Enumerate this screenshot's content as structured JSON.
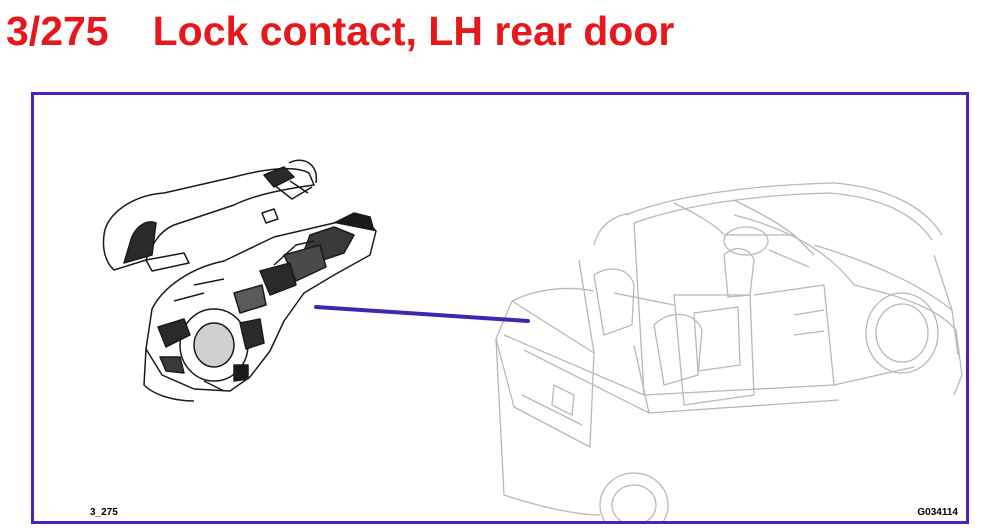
{
  "title": {
    "code": "3/275",
    "text": "Lock contact, LH rear door"
  },
  "figure": {
    "code_label": "3_275",
    "image_id": "G034114"
  },
  "colors": {
    "title": "#e8171b",
    "frame": "#4a22b8",
    "pointer": "#3a2ab0",
    "lock_drawing": "#1a1a1a",
    "car_drawing": "#b8b8b8"
  },
  "icons": [
    "door-handle-lock-assembly-drawing",
    "car-outline-drawing"
  ]
}
